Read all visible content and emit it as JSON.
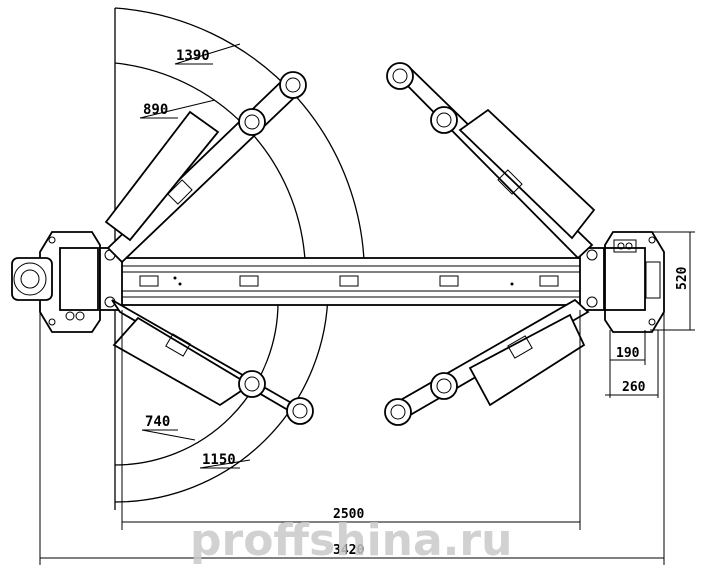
{
  "dimensions": {
    "r1390": "1390",
    "r890": "890",
    "r740": "740",
    "r1150": "1150",
    "w2500": "2500",
    "w3420": "3420",
    "h520": "520",
    "w190": "190",
    "w260": "260"
  },
  "watermark": "proffshina.ru"
}
